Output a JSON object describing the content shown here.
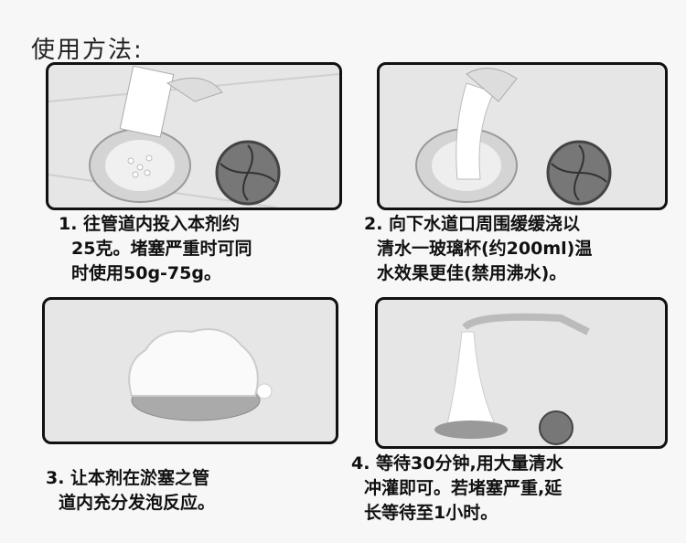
{
  "title": "使用方法:",
  "steps": [
    {
      "lines": [
        "1. 往管道内投入本剂约",
        "25克。堵塞严重时可同",
        "时使用50g-75g。"
      ]
    },
    {
      "lines": [
        "2. 向下水道口周围缓缓浇以",
        "清水一玻璃杯(约200ml)温",
        "水效果更佳(禁用沸水)。"
      ]
    },
    {
      "lines": [
        "3. 让本剂在淤塞之管",
        "道内充分发泡反应。"
      ]
    },
    {
      "lines": [
        "4. 等待30分钟,用大量清水",
        "冲灌即可。若堵塞严重,延",
        "长等待至1小时。"
      ]
    }
  ]
}
